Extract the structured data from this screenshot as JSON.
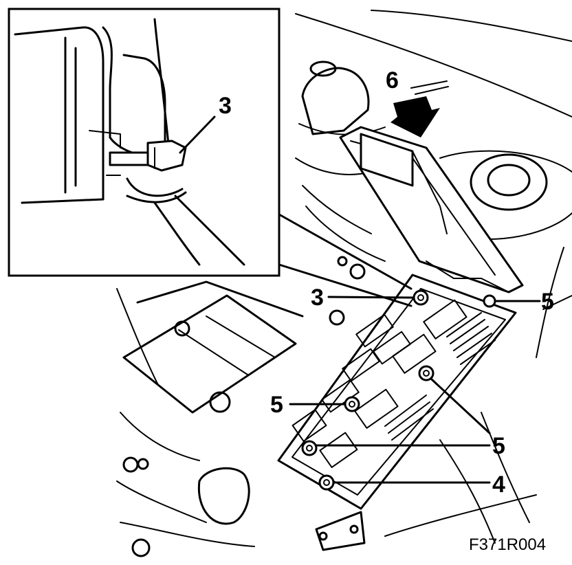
{
  "figure": {
    "code": "F371R004"
  },
  "callouts": [
    {
      "id": "inset-3",
      "label": "3"
    },
    {
      "id": "arrow-6",
      "label": "6"
    },
    {
      "id": "main-3",
      "label": "3"
    },
    {
      "id": "right-5",
      "label": "5"
    },
    {
      "id": "left-5",
      "label": "5"
    },
    {
      "id": "mid-5",
      "label": "5"
    },
    {
      "id": "bottom-4",
      "label": "4"
    }
  ],
  "colors": {
    "line": "#000000",
    "background": "#ffffff"
  }
}
